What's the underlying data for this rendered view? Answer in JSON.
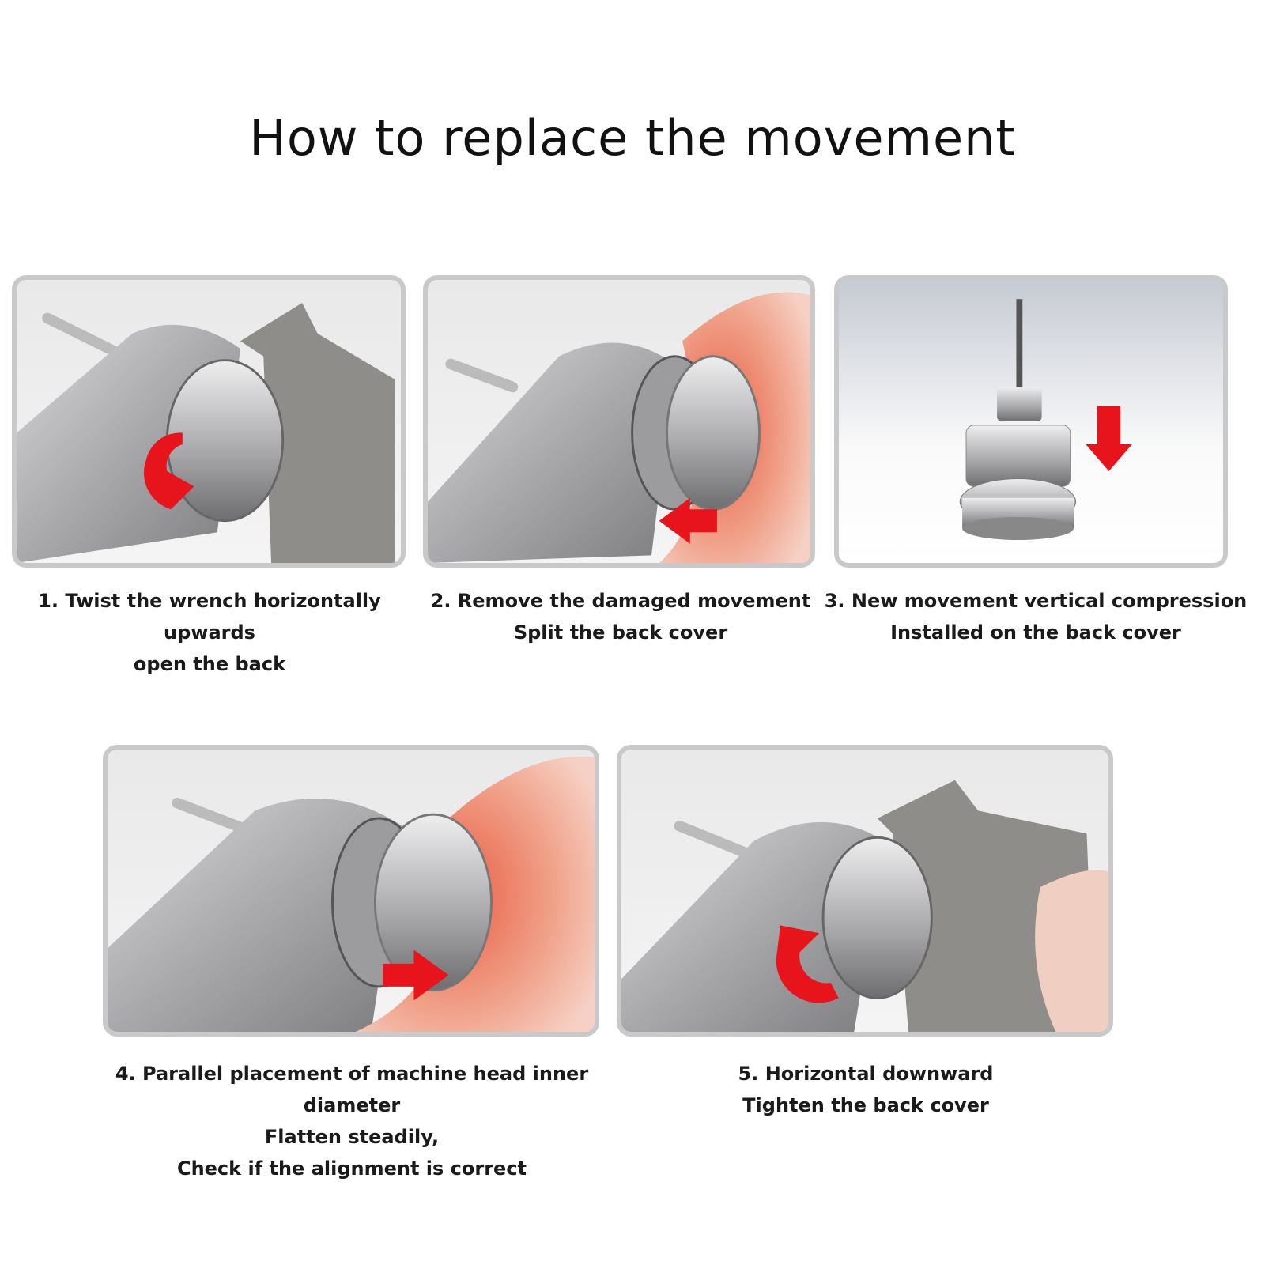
{
  "title": "How to replace the movement",
  "steps": [
    {
      "lines": [
        "1. Twist the wrench horizontally upwards",
        "open the back"
      ],
      "image": "wrench-opening-back-cover",
      "arrow": "curved-arrow-up"
    },
    {
      "lines": [
        "2. Remove the damaged movement",
        "Split the back cover"
      ],
      "image": "removing-movement-by-fingers",
      "arrow": "arrow-left"
    },
    {
      "lines": [
        "3. New movement vertical compression",
        "Installed on the back cover"
      ],
      "image": "new-turbine-movement",
      "arrow": "arrow-down"
    },
    {
      "lines": [
        "4. Parallel placement of machine head inner diameter",
        "Flatten steadily,",
        "Check if the alignment is correct"
      ],
      "image": "inserting-movement",
      "arrow": "arrow-right"
    },
    {
      "lines": [
        "5. Horizontal downward",
        "Tighten the back cover"
      ],
      "image": "wrench-tightening-back-cover",
      "arrow": "curved-arrow-down"
    }
  ],
  "colors": {
    "arrow": "#e8141b",
    "border": "#c9c9c9",
    "metal": "#b8b8ba"
  }
}
